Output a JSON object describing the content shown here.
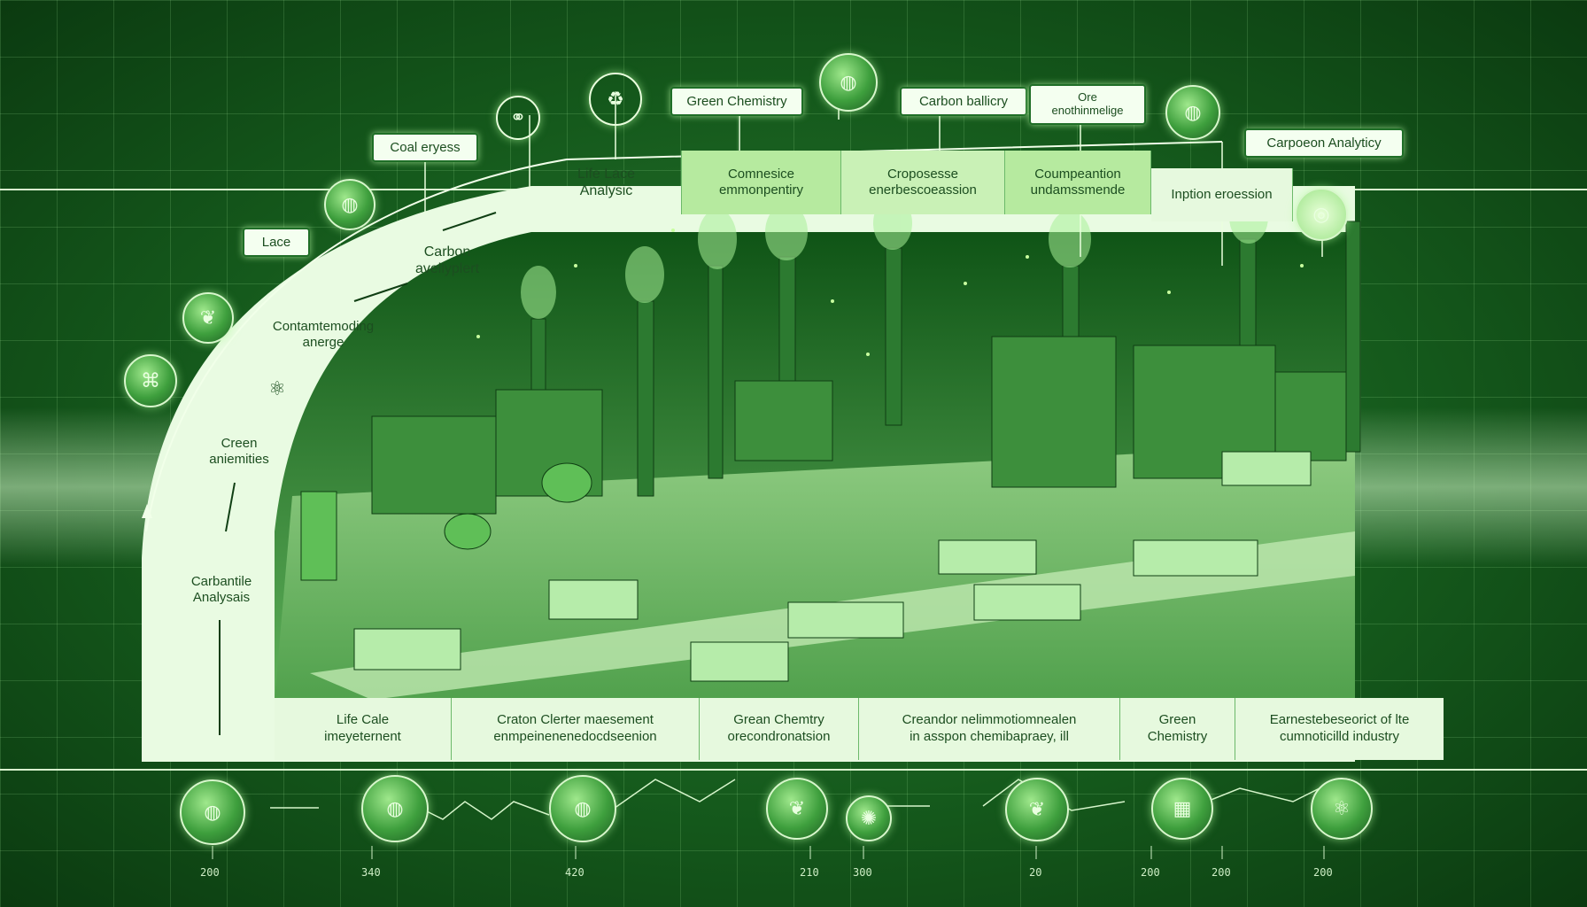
{
  "top_labels": {
    "coal": "Coal eryess",
    "green_chemistry": "Green Chemistry",
    "carbon_ballicry": "Carbon ballicry",
    "ore": "Ore\nenothinmelige",
    "carpoeon": "Carpoeon Analyticy",
    "lace": "Lace"
  },
  "band_cells": [
    "Life Lace\nAnalysic",
    "Comnesice\nemmonpentiry",
    "Croposesse\nenerbescoeassion",
    "Coumpeantion\nundamssmende",
    "Inption eroession"
  ],
  "side_texts": {
    "carbon": "Carbon\navellyplert",
    "contain": "Contamtemoding\nanerge",
    "green": "Creen\naniemities",
    "carbantile": "Carbantile\nAnalysais"
  },
  "bottom_cells": [
    "Life Cale\nimeyeternent",
    "Craton Clerter maesement\nenmpeinenenedocdseenion",
    "Grean Chemtry\norecondronatsion",
    "Creandor nelimmotiomnealen\nin asspon chemibapraey, ill",
    "Green\nChemistry",
    "Earnestebeseorict of lte\ncumnoticilld industry"
  ],
  "ticks": [
    "200",
    "340",
    "420",
    "210",
    "300",
    "20",
    "200",
    "200",
    "200"
  ],
  "icons": {
    "top": [
      "molecule-icon",
      "recycle-icon",
      "globe-icon",
      "globe-icon"
    ],
    "left": [
      "globe-icon",
      "leaf-icon",
      "network-icon",
      "atom-icon"
    ],
    "bottom": [
      "globe-icon",
      "globe-icon",
      "globe-icon",
      "leaf-icon",
      "cell-icon",
      "leaf-icon",
      "grid-icon",
      "atom-icon"
    ]
  },
  "colors": {
    "accent": "#2f8f35",
    "light": "#e6f9de",
    "dark": "#0b3a10"
  }
}
